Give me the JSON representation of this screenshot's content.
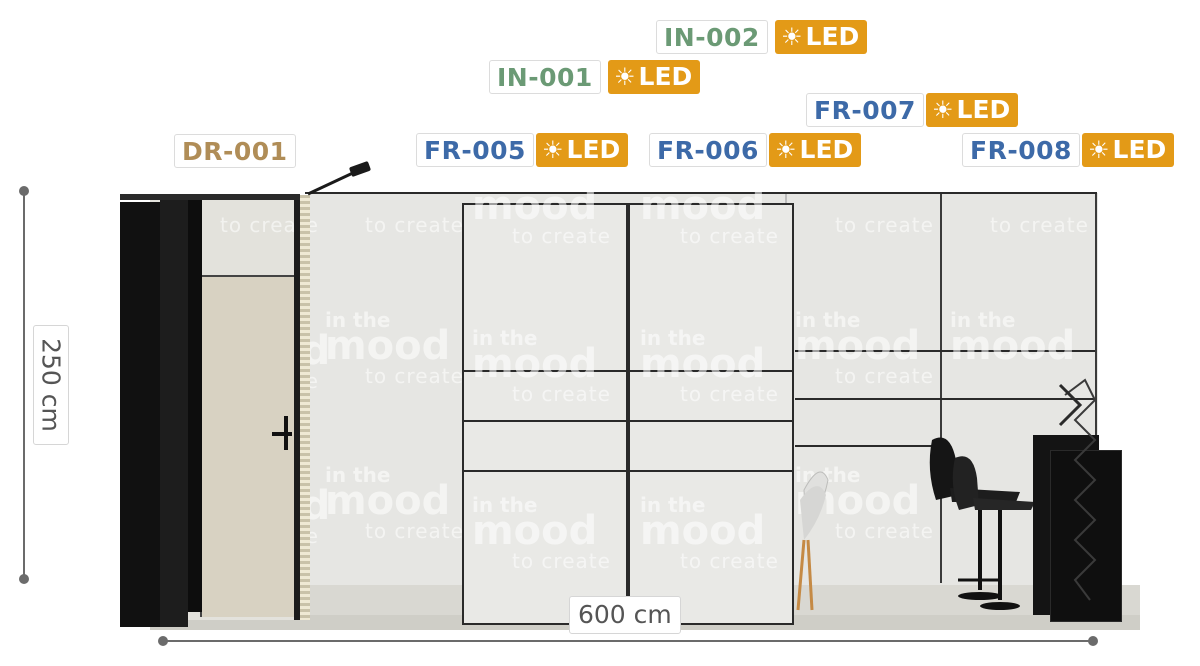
{
  "labels": {
    "dr_001": "DR-001",
    "fr_005": "FR-005",
    "fr_006": "FR-006",
    "fr_007": "FR-007",
    "fr_008": "FR-008",
    "in_001": "IN-001",
    "in_002": "IN-002",
    "led": "LED",
    "led_icon": "☀"
  },
  "dimensions": {
    "height": "250 cm",
    "width": "600 cm"
  },
  "watermark": {
    "line1": "in the",
    "line2": "mood",
    "line3": "to create"
  },
  "colors": {
    "fr_label": "#3d6aa8",
    "in_label": "#6b9a75",
    "dr_label": "#b08d57",
    "led_badge": "#e39a17"
  }
}
